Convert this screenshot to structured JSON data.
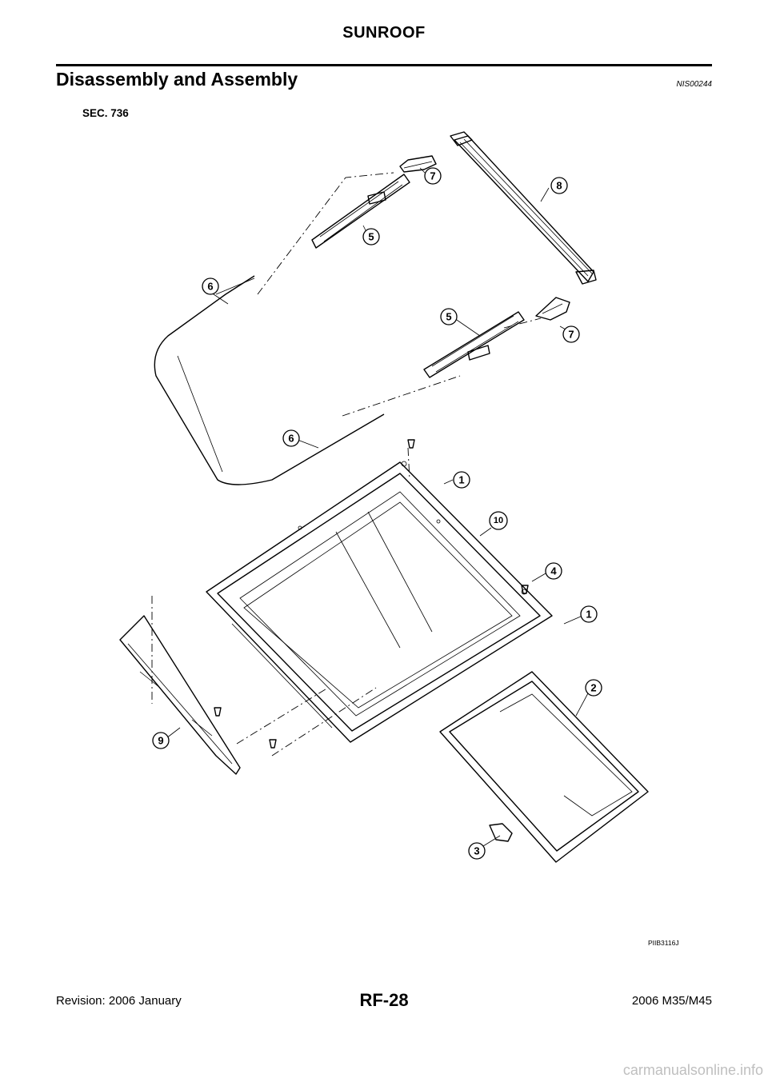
{
  "header": {
    "title": "SUNROOF"
  },
  "section": {
    "title": "Disassembly and Assembly",
    "code": "NIS00244"
  },
  "diagram": {
    "sec_label": "SEC. 736",
    "figure_id": "PIIB3116J",
    "callouts": [
      "1",
      "2",
      "3",
      "4",
      "5",
      "6",
      "7",
      "8",
      "9",
      "10"
    ]
  },
  "footer": {
    "left": "Revision: 2006 January",
    "center": "RF-28",
    "right": "2006 M35/M45"
  },
  "watermark": "carmanualsonline.info"
}
